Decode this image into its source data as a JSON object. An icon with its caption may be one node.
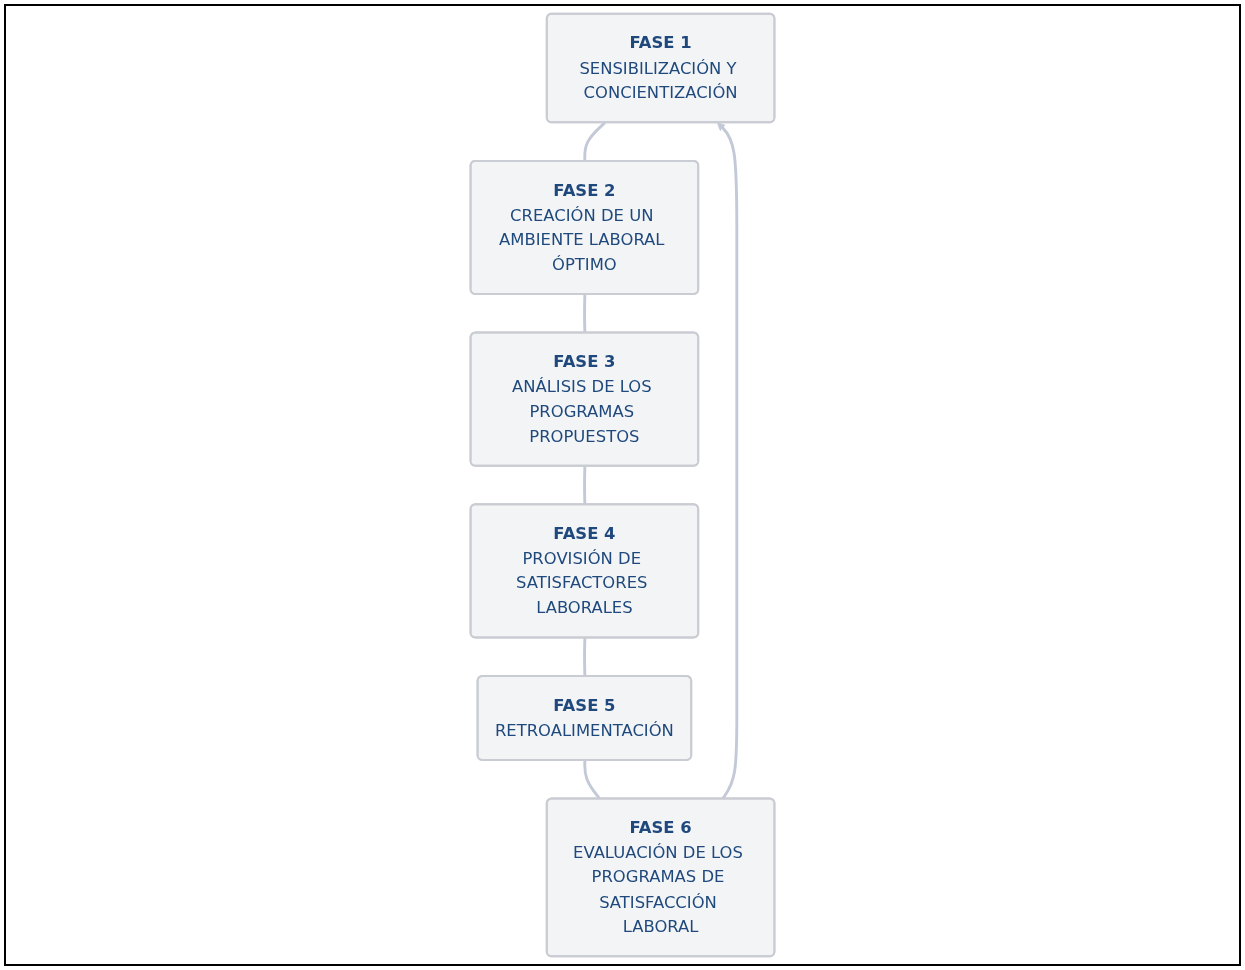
{
  "diagram": {
    "nodes": [
      {
        "text": [
          "FASE 1",
          "SENSIBILIZACIÓN Y CONCIENTIZACIÓN"
        ]
      },
      {
        "text": [
          "FASE 2",
          "CREACIÓN DE UN AMBIENTE LABORAL ÓPTIMO"
        ]
      },
      {
        "text": [
          "FASE 3",
          "ANÁLISIS DE LOS PROGRAMAS PROPUESTOS"
        ]
      },
      {
        "text": [
          "FASE 4",
          "PROVISIÓN DE SATISFACTORES LABORALES"
        ]
      },
      {
        "text": [
          "FASE 5",
          "RETROALIMENTACIÓN"
        ]
      },
      {
        "text": [
          "FASE 6",
          "EVALUACIÓN DE LOS PROGRAMAS DE SATISFACCIÓN LABORAL"
        ]
      }
    ],
    "edges": [
      {
        "from": 0,
        "to": 1,
        "arrow": "none"
      },
      {
        "from": 1,
        "to": 2,
        "arrow": "none"
      },
      {
        "from": 2,
        "to": 3,
        "arrow": "none"
      },
      {
        "from": 3,
        "to": 4,
        "arrow": "none"
      },
      {
        "from": 4,
        "to": 5,
        "arrow": "none"
      },
      {
        "from": 5,
        "to": 0,
        "arrow": "to"
      }
    ]
  }
}
